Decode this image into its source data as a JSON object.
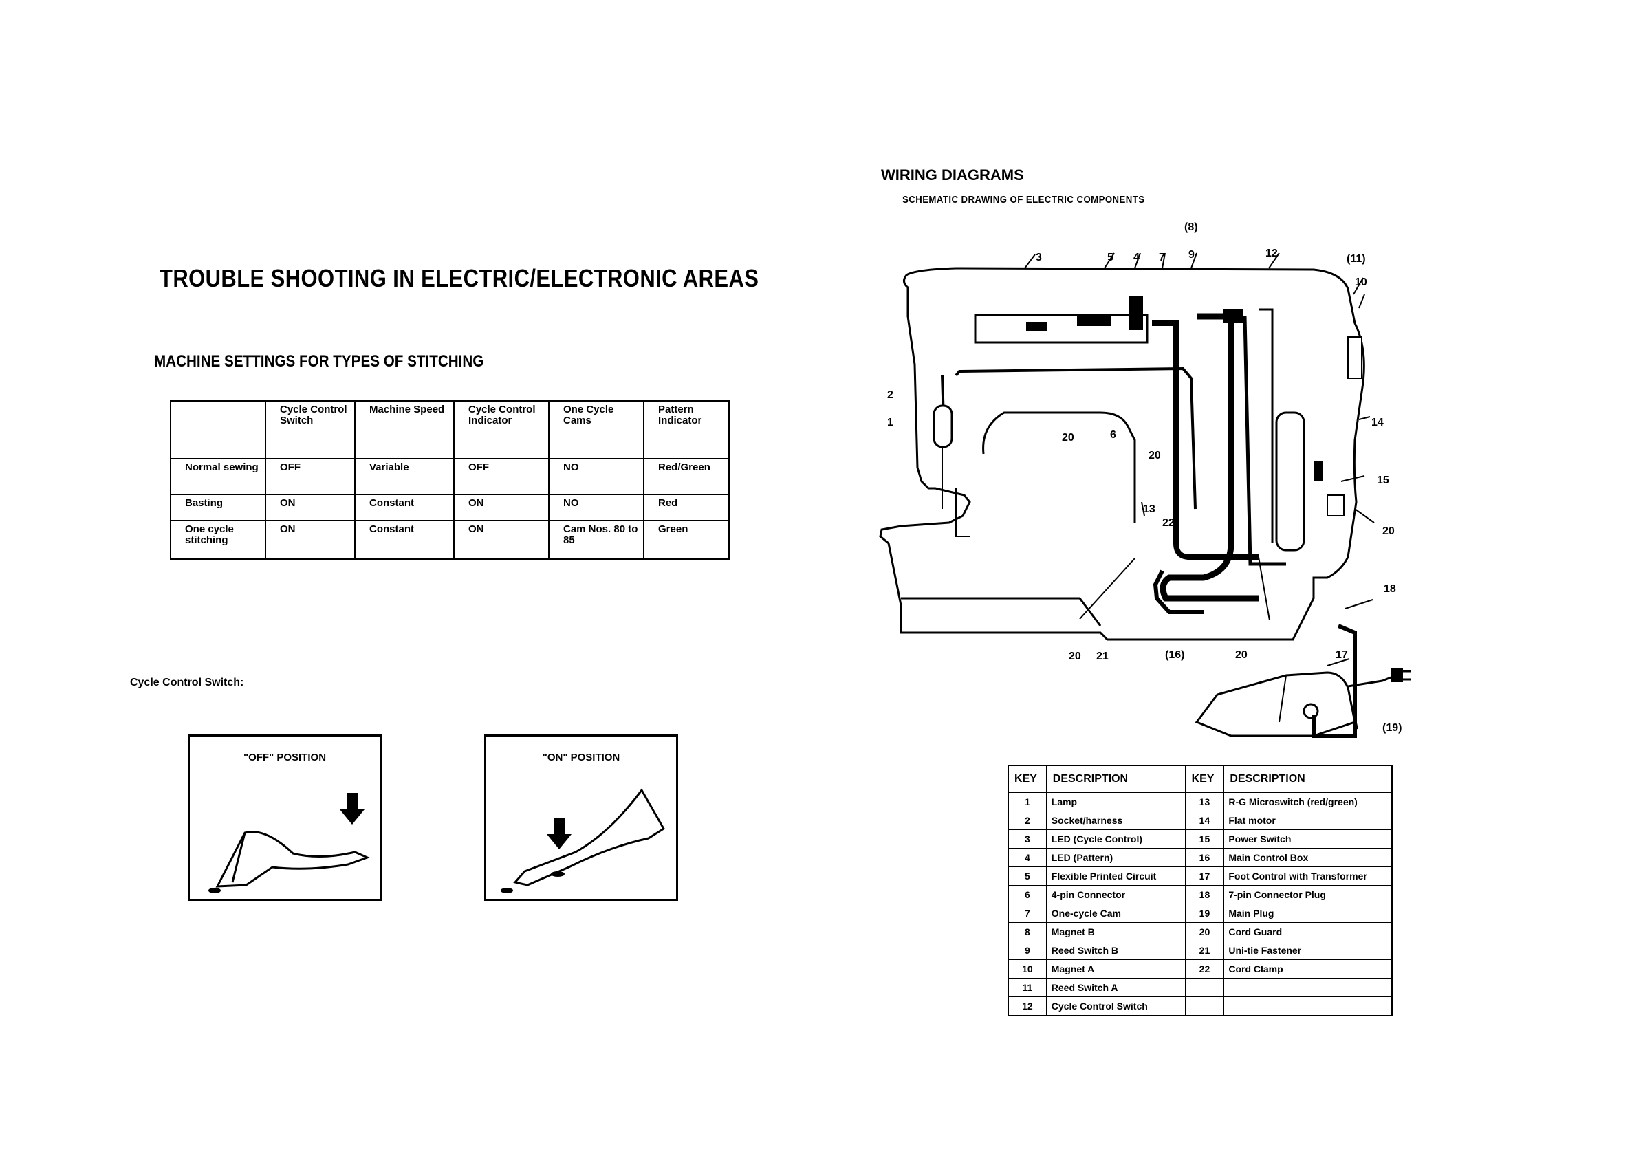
{
  "left": {
    "title": "TROUBLE SHOOTING IN ELECTRIC/ELECTRONIC AREAS",
    "settings_heading": "MACHINE SETTINGS FOR TYPES OF STITCHING",
    "table": {
      "headers": [
        "",
        "Cycle Control Switch",
        "Machine Speed",
        "Cycle Control Indicator",
        "One Cycle Cams",
        "Pattern Indicator"
      ],
      "rows": [
        [
          "Normal sewing",
          "OFF",
          "Variable",
          "OFF",
          "NO",
          "Red/Green"
        ],
        [
          "Basting",
          "ON",
          "Constant",
          "ON",
          "NO",
          "Red"
        ],
        [
          "One cycle stitching",
          "ON",
          "Constant",
          "ON",
          "Cam Nos. 80 to 85",
          "Green"
        ]
      ]
    },
    "ccs_label": "Cycle Control Switch:",
    "off_caption": "\"OFF\" POSITION",
    "on_caption": "\"ON\" POSITION"
  },
  "right": {
    "title": "WIRING DIAGRAMS",
    "subtitle": "SCHEMATIC DRAWING OF ELECTRIC COMPONENTS",
    "callouts": [
      "(8)",
      "3",
      "5",
      "4",
      "7",
      "9",
      "12",
      "(11)",
      "10",
      "2",
      "1",
      "20",
      "6",
      "20",
      "14",
      "15",
      "13",
      "22",
      "20",
      "18",
      "20",
      "21",
      "(16)",
      "20",
      "17",
      "(19)"
    ],
    "key_table": {
      "headers": [
        "KEY",
        "DESCRIPTION",
        "KEY",
        "DESCRIPTION"
      ],
      "left_rows": [
        [
          "1",
          "Lamp"
        ],
        [
          "2",
          "Socket/harness"
        ],
        [
          "3",
          "LED (Cycle Control)"
        ],
        [
          "4",
          "LED (Pattern)"
        ],
        [
          "5",
          "Flexible Printed Circuit"
        ],
        [
          "6",
          "4-pin Connector"
        ],
        [
          "7",
          "One-cycle Cam"
        ],
        [
          "8",
          "Magnet B"
        ],
        [
          "9",
          "Reed Switch B"
        ],
        [
          "10",
          "Magnet A"
        ],
        [
          "11",
          "Reed Switch A"
        ],
        [
          "12",
          "Cycle Control Switch"
        ]
      ],
      "right_rows": [
        [
          "13",
          "R-G Microswitch (red/green)"
        ],
        [
          "14",
          "Flat motor"
        ],
        [
          "15",
          "Power Switch"
        ],
        [
          "16",
          "Main Control Box"
        ],
        [
          "17",
          "Foot Control with Transformer"
        ],
        [
          "18",
          "7-pin Connector Plug"
        ],
        [
          "19",
          "Main Plug"
        ],
        [
          "20",
          "Cord Guard"
        ],
        [
          "21",
          "Uni-tie Fastener"
        ],
        [
          "22",
          "Cord Clamp"
        ],
        [
          "",
          ""
        ],
        [
          "",
          ""
        ]
      ]
    }
  }
}
